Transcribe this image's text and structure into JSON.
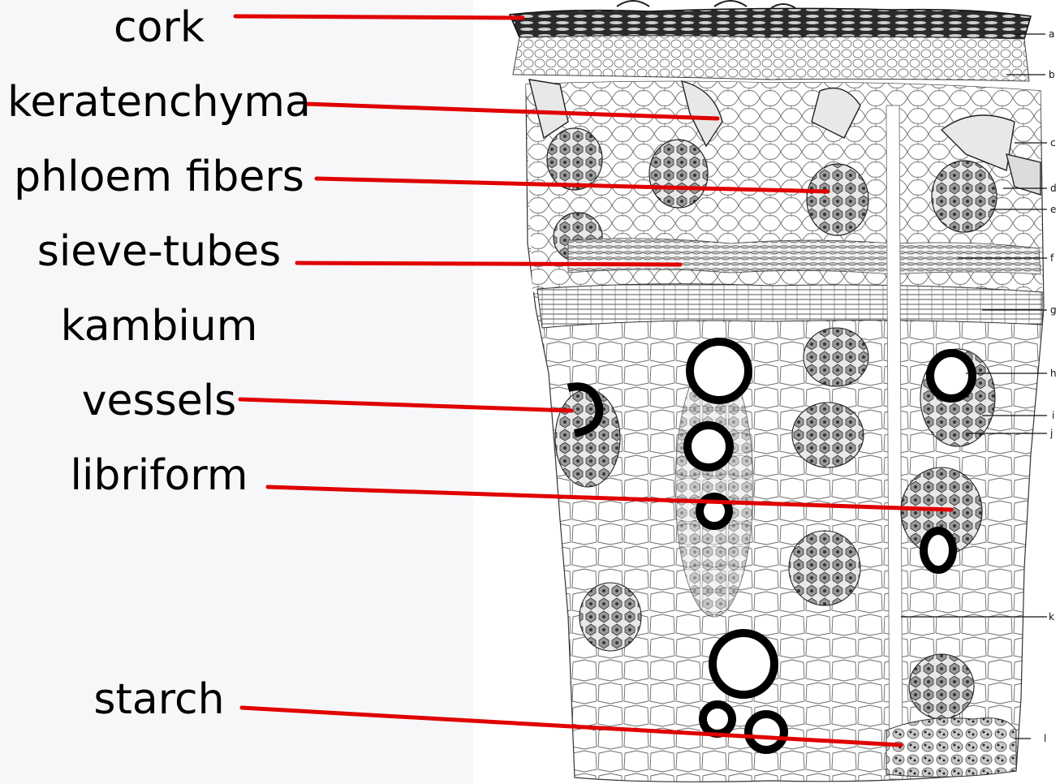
{
  "labels": {
    "cork": "cork",
    "keratenchyma": "keratenchyma",
    "phloem_fibers": "phloem fibers",
    "sieve_tubes": "sieve-tubes",
    "kambium": "kambium",
    "vessels": "vessels",
    "libriform": "libriform",
    "starch": "starch"
  },
  "figure_letters": [
    "a",
    "b",
    "c",
    "d",
    "e",
    "f",
    "g",
    "h",
    "i",
    "j",
    "k",
    "l"
  ],
  "colors": {
    "leader_line": "#e00000",
    "label_panel": "#f7f7f9",
    "ink": "#1a1a1a"
  }
}
